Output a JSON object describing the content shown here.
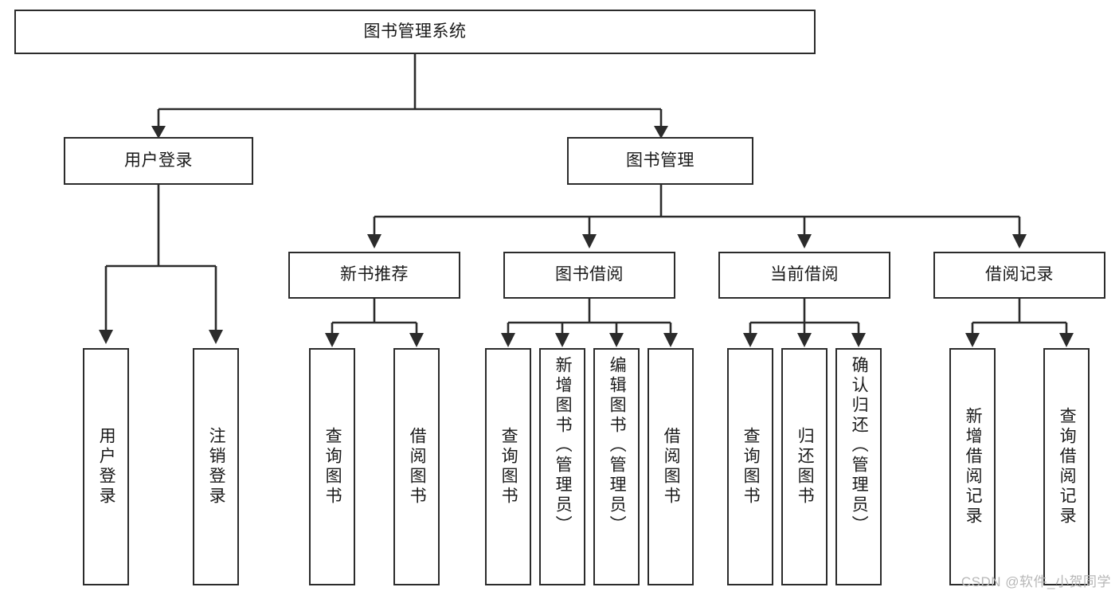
{
  "diagram": {
    "type": "hierarchy-tree",
    "title": "图书管理系统",
    "watermark": "CSDN @软件_小贺同学",
    "colors": {
      "stroke": "#2b2b2b",
      "fill": "#ffffff",
      "text": "#1a1a1a",
      "watermark": "#b7b7b7"
    },
    "root": {
      "label": "图书管理系统"
    },
    "level1": [
      {
        "label": "用户登录"
      },
      {
        "label": "图书管理"
      }
    ],
    "level2": [
      {
        "label": "新书推荐"
      },
      {
        "label": "图书借阅"
      },
      {
        "label": "当前借阅"
      },
      {
        "label": "借阅记录"
      }
    ],
    "leaves": {
      "user_login": [
        {
          "label": "用户登录"
        },
        {
          "label": "注销登录"
        }
      ],
      "new_book_recommend": [
        {
          "label": "查询图书"
        },
        {
          "label": "借阅图书"
        }
      ],
      "book_borrow": [
        {
          "label": "查询图书"
        },
        {
          "label": "新增图书（管理员）"
        },
        {
          "label": "编辑图书（管理员）"
        },
        {
          "label": "借阅图书"
        }
      ],
      "current_borrow": [
        {
          "label": "查询图书"
        },
        {
          "label": "归还图书"
        },
        {
          "label": "确认归还（管理员）"
        }
      ],
      "borrow_record": [
        {
          "label": "新增借阅记录"
        },
        {
          "label": "查询借阅记录"
        }
      ]
    }
  }
}
